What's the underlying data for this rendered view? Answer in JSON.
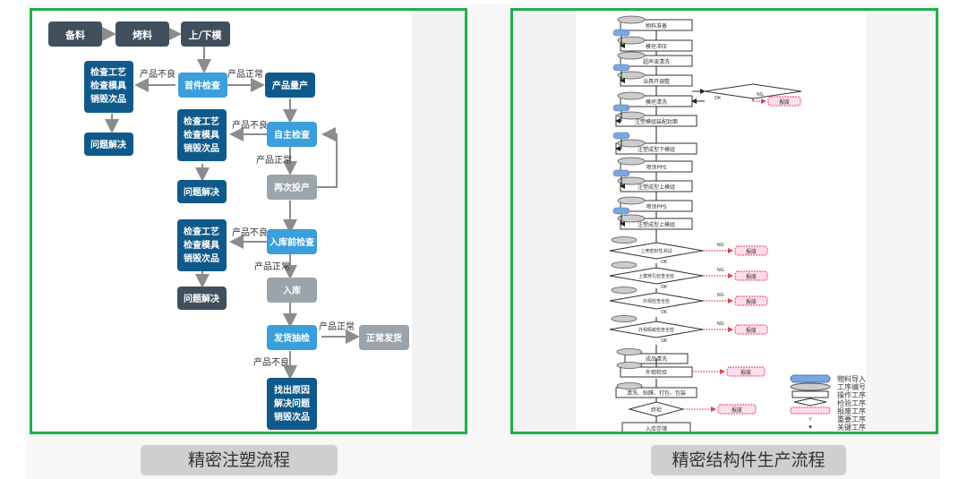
{
  "colors": {
    "frame_green": "#1fae4b",
    "dark_slate": "#3f4f5e",
    "dark_blue": "#0f5a8a",
    "light_blue": "#3a9fdb",
    "gray": "#9aa4aa",
    "arrow_gray": "#8c8c8c",
    "reject_red": "#e0405a",
    "material_blue": "#7aa7e0",
    "caption_bg": "#cfcfcf"
  },
  "left_flow": {
    "nodes": {
      "prep": "备料",
      "bake": "烤料",
      "mold": "上/下模",
      "first_inspect": "首件检查",
      "mass_prod": "产品量产",
      "self_inspect": "自主检查",
      "reinput": "再次投产",
      "pre_store_inspect": "入库前检查",
      "store": "入库",
      "ship_inspect": "发货抽检",
      "normal_ship": "正常发货",
      "fix1": [
        "检查工艺",
        "检查模具",
        "销毁次品"
      ],
      "solve1": "问题解决",
      "fix2": [
        "检查工艺",
        "检查模具",
        "销毁次品"
      ],
      "solve2": "问题解决",
      "fix3": [
        "检查工艺",
        "检查模具",
        "销毁次品"
      ],
      "solve3": "问题解决",
      "fix4": [
        "找出原因",
        "解决问题",
        "销毁次品"
      ]
    },
    "labels": {
      "bad": "产品不良",
      "ok": "产品正常"
    }
  },
  "right_flow": {
    "ok_label": "OK",
    "ng_label": "NG",
    "reject_label": "报废",
    "steps": [
      "物料准备",
      "模坯冲压",
      "超声波清洗",
      "治具开调整",
      "模坯清洗",
      "注塑模组装配封面",
      "注塑成型下模组",
      "喷涂PPS",
      "注塑成型上模组",
      "喷涂PPS",
      "注塑成型上模组"
    ],
    "checks": [
      "上壳密封性测试",
      "上模穿孔检查全检",
      "外观检查全检",
      "外观瑕疵检查全检"
    ],
    "final_steps": [
      "成品清洗",
      "外观检验",
      "清洗、贴膜、打包、包装"
    ],
    "final_check": "终检",
    "store": "入库存储",
    "legend": [
      "物料导入",
      "工序编号",
      "操作工序",
      "检验工序",
      "报废工序",
      "重要工序",
      "关键工序"
    ]
  },
  "captions": {
    "left": "精密注塑流程",
    "right": "精密结构件生产流程"
  }
}
